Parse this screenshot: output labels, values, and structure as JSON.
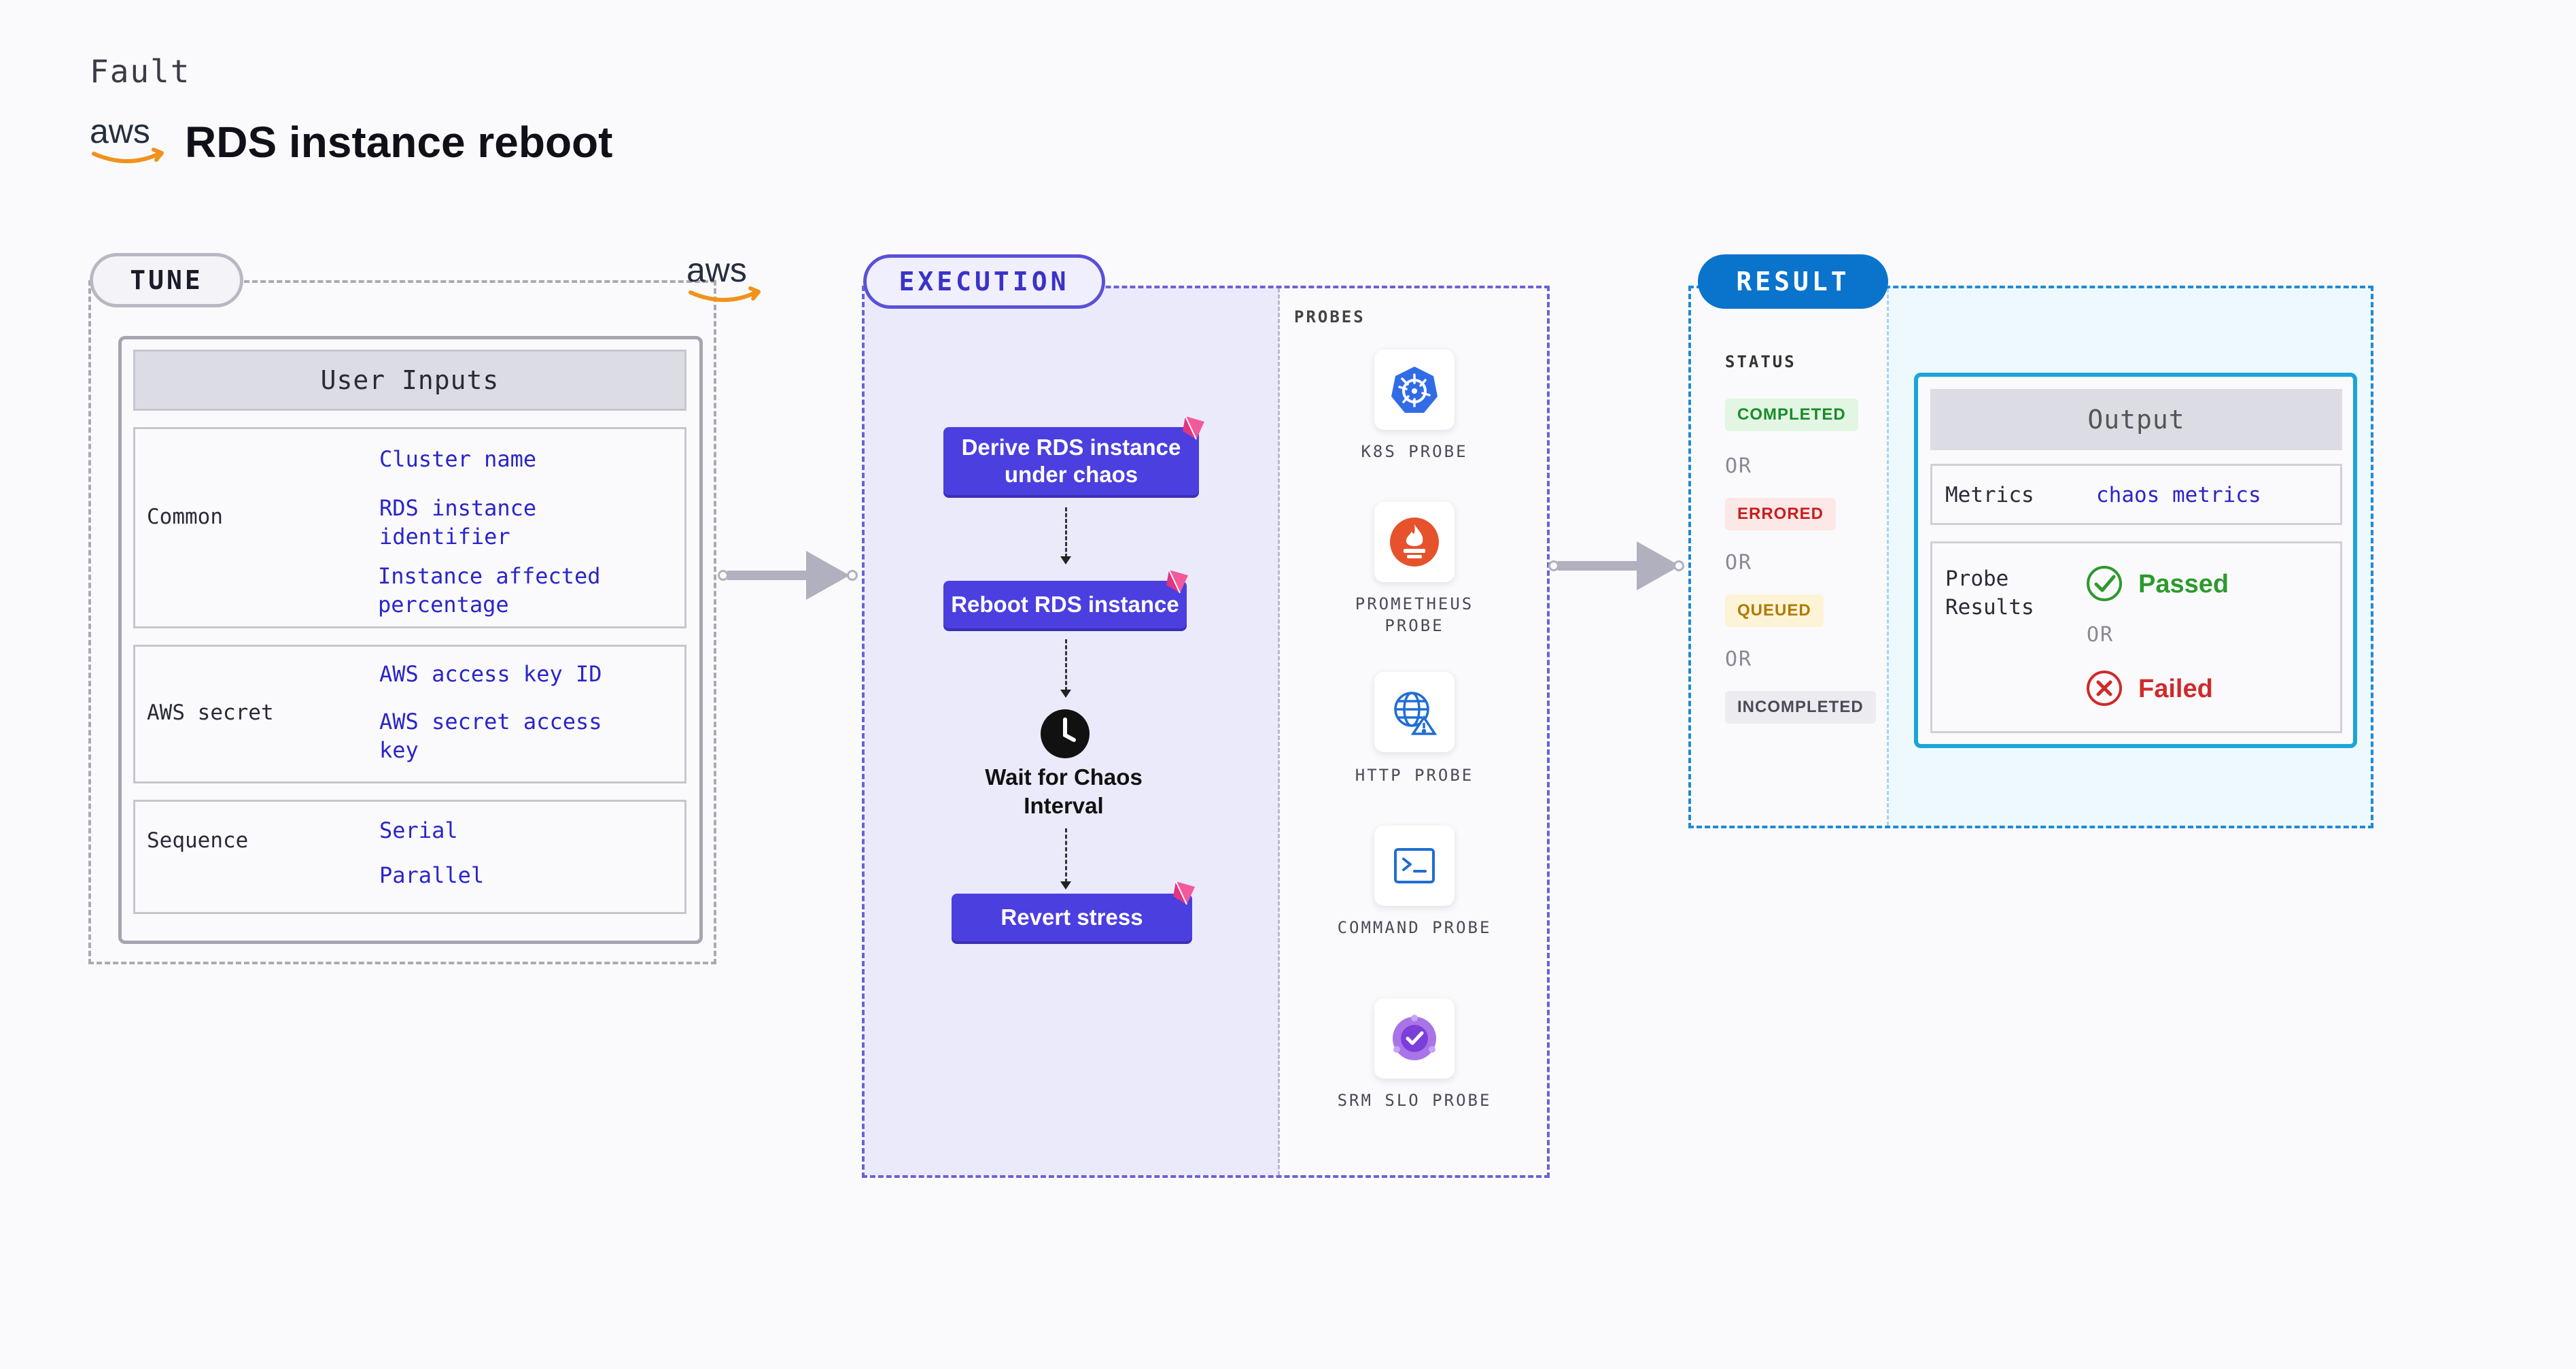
{
  "header": {
    "fault_label": "Fault",
    "brand_logo": "aws",
    "title": "RDS instance reboot"
  },
  "tune": {
    "pill_label": "TUNE",
    "brand_logo": "aws",
    "user_inputs_title": "User Inputs",
    "rows": [
      {
        "label": "Common",
        "items": [
          "Cluster name",
          "RDS instance identifier",
          "Instance affected percentage"
        ]
      },
      {
        "label": "AWS secret",
        "items": [
          "AWS access key ID",
          "AWS secret access key"
        ]
      },
      {
        "label": "Sequence",
        "items": [
          "Serial",
          "Parallel"
        ]
      }
    ]
  },
  "execution": {
    "pill_label": "EXECUTION",
    "steps": [
      "Derive RDS instance under chaos",
      "Reboot RDS instance",
      "Wait for Chaos Interval",
      "Revert stress"
    ],
    "step_icon": "chaos-hub-icon",
    "wait_icon": "clock-icon",
    "probes_title": "PROBES",
    "probes": [
      {
        "label": "K8S PROBE",
        "icon": "kubernetes-icon"
      },
      {
        "label": "PROMETHEUS PROBE",
        "icon": "prometheus-icon"
      },
      {
        "label": "HTTP PROBE",
        "icon": "http-globe-icon"
      },
      {
        "label": "COMMAND PROBE",
        "icon": "terminal-icon"
      },
      {
        "label": "SRM SLO PROBE",
        "icon": "srm-slo-icon"
      }
    ]
  },
  "result": {
    "pill_label": "RESULT",
    "status_title": "STATUS",
    "statuses": [
      "COMPLETED",
      "ERRORED",
      "QUEUED",
      "INCOMPLETED"
    ],
    "or_text": "OR",
    "output_title": "Output",
    "metrics_label": "Metrics",
    "metrics_value": "chaos metrics",
    "probe_results_label": "Probe Results",
    "passed": "Passed",
    "failed": "Failed"
  },
  "colors": {
    "accent": "#4b3fe0",
    "link": "#2a25c8",
    "result_blue": "#0a73cc",
    "aws_orange": "#f0921c",
    "passed_green": "#2c9a2c",
    "failed_red": "#d02a2a"
  }
}
